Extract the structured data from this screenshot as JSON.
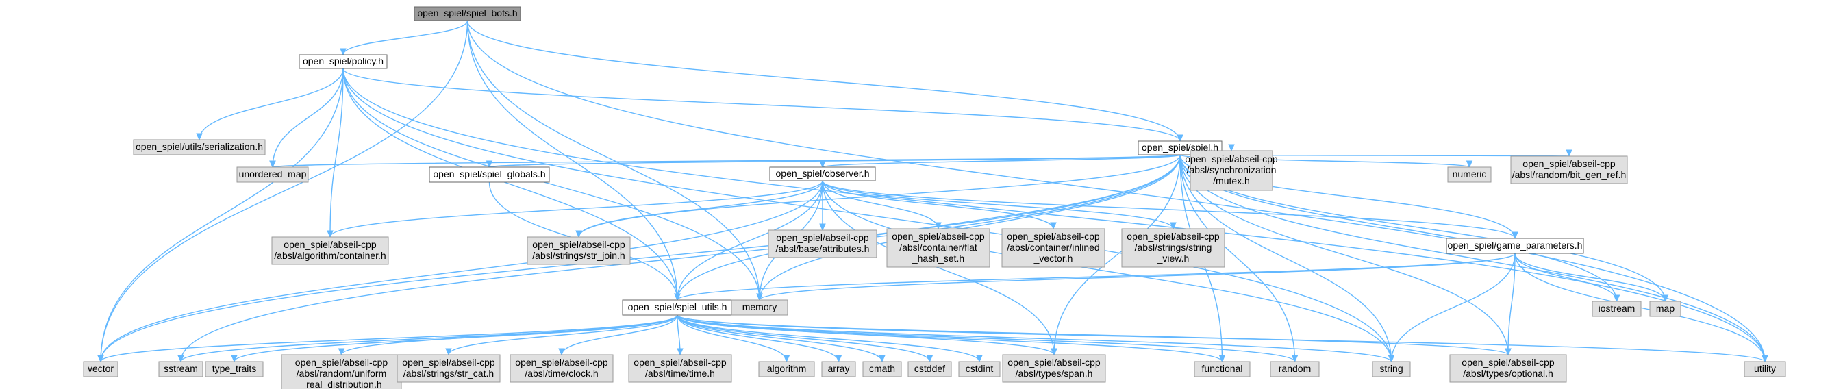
{
  "colors": {
    "root_fill": "#999999",
    "file_fill": "#ffffff",
    "system_fill": "#e0e0e0",
    "border_dark": "#666666",
    "border_light": "#999999",
    "edge": "#63b8ff"
  },
  "nodes": [
    {
      "id": "spiel_bots",
      "kind": "root",
      "lines": [
        "open_spiel/spiel_bots.h"
      ]
    },
    {
      "id": "policy",
      "kind": "file",
      "lines": [
        "open_spiel/policy.h"
      ]
    },
    {
      "id": "spiel",
      "kind": "file",
      "lines": [
        "open_spiel/spiel.h"
      ]
    },
    {
      "id": "serialization",
      "kind": "system",
      "lines": [
        "open_spiel/utils/serialization.h"
      ]
    },
    {
      "id": "unordered_map",
      "kind": "system",
      "lines": [
        "unordered_map"
      ]
    },
    {
      "id": "spiel_globals",
      "kind": "file",
      "lines": [
        "open_spiel/spiel_globals.h"
      ]
    },
    {
      "id": "observer",
      "kind": "file",
      "lines": [
        "open_spiel/observer.h"
      ]
    },
    {
      "id": "mutex",
      "kind": "system",
      "lines": [
        "open_spiel/abseil-cpp",
        "/absl/synchronization",
        "/mutex.h"
      ]
    },
    {
      "id": "numeric",
      "kind": "system",
      "lines": [
        "numeric"
      ]
    },
    {
      "id": "bit_gen_ref",
      "kind": "system",
      "lines": [
        "open_spiel/abseil-cpp",
        "/absl/random/bit_gen_ref.h"
      ]
    },
    {
      "id": "algo_container",
      "kind": "system",
      "lines": [
        "open_spiel/abseil-cpp",
        "/absl/algorithm/container.h"
      ]
    },
    {
      "id": "str_join",
      "kind": "system",
      "lines": [
        "open_spiel/abseil-cpp",
        "/absl/strings/str_join.h"
      ]
    },
    {
      "id": "attributes",
      "kind": "system",
      "lines": [
        "open_spiel/abseil-cpp",
        "/absl/base/attributes.h"
      ]
    },
    {
      "id": "flat_hash_set",
      "kind": "system",
      "lines": [
        "open_spiel/abseil-cpp",
        "/absl/container/flat",
        "_hash_set.h"
      ]
    },
    {
      "id": "inlined_vector",
      "kind": "system",
      "lines": [
        "open_spiel/abseil-cpp",
        "/absl/container/inlined",
        "_vector.h"
      ]
    },
    {
      "id": "string_view",
      "kind": "system",
      "lines": [
        "open_spiel/abseil-cpp",
        "/absl/strings/string",
        "_view.h"
      ]
    },
    {
      "id": "game_parameters",
      "kind": "file",
      "lines": [
        "open_spiel/game_parameters.h"
      ]
    },
    {
      "id": "spiel_utils",
      "kind": "file",
      "lines": [
        "open_spiel/spiel_utils.h"
      ]
    },
    {
      "id": "memory",
      "kind": "system",
      "lines": [
        "memory"
      ]
    },
    {
      "id": "iostream",
      "kind": "system",
      "lines": [
        "iostream"
      ]
    },
    {
      "id": "map",
      "kind": "system",
      "lines": [
        "map"
      ]
    },
    {
      "id": "vector",
      "kind": "system",
      "lines": [
        "vector"
      ]
    },
    {
      "id": "sstream",
      "kind": "system",
      "lines": [
        "sstream"
      ]
    },
    {
      "id": "type_traits",
      "kind": "system",
      "lines": [
        "type_traits"
      ]
    },
    {
      "id": "uniform_real",
      "kind": "system",
      "lines": [
        "open_spiel/abseil-cpp",
        "/absl/random/uniform",
        "_real_distribution.h"
      ]
    },
    {
      "id": "str_cat",
      "kind": "system",
      "lines": [
        "open_spiel/abseil-cpp",
        "/absl/strings/str_cat.h"
      ]
    },
    {
      "id": "clock",
      "kind": "system",
      "lines": [
        "open_spiel/abseil-cpp",
        "/absl/time/clock.h"
      ]
    },
    {
      "id": "time",
      "kind": "system",
      "lines": [
        "open_spiel/abseil-cpp",
        "/absl/time/time.h"
      ]
    },
    {
      "id": "algorithm",
      "kind": "system",
      "lines": [
        "algorithm"
      ]
    },
    {
      "id": "array",
      "kind": "system",
      "lines": [
        "array"
      ]
    },
    {
      "id": "cmath",
      "kind": "system",
      "lines": [
        "cmath"
      ]
    },
    {
      "id": "cstddef",
      "kind": "system",
      "lines": [
        "cstddef"
      ]
    },
    {
      "id": "cstdint",
      "kind": "system",
      "lines": [
        "cstdint"
      ]
    },
    {
      "id": "span",
      "kind": "system",
      "lines": [
        "open_spiel/abseil-cpp",
        "/absl/types/span.h"
      ]
    },
    {
      "id": "functional",
      "kind": "system",
      "lines": [
        "functional"
      ]
    },
    {
      "id": "random",
      "kind": "system",
      "lines": [
        "random"
      ]
    },
    {
      "id": "string",
      "kind": "system",
      "lines": [
        "string"
      ]
    },
    {
      "id": "optional",
      "kind": "system",
      "lines": [
        "open_spiel/abseil-cpp",
        "/absl/types/optional.h"
      ]
    },
    {
      "id": "utility",
      "kind": "system",
      "lines": [
        "utility"
      ]
    }
  ],
  "edges": [
    [
      "spiel_bots",
      "policy"
    ],
    [
      "spiel_bots",
      "spiel"
    ],
    [
      "spiel_bots",
      "spiel_utils"
    ],
    [
      "spiel_bots",
      "memory"
    ],
    [
      "spiel_bots",
      "vector"
    ],
    [
      "spiel_bots",
      "utility"
    ],
    [
      "policy",
      "serialization"
    ],
    [
      "policy",
      "unordered_map"
    ],
    [
      "policy",
      "spiel"
    ],
    [
      "policy",
      "algo_container"
    ],
    [
      "policy",
      "spiel_utils"
    ],
    [
      "policy",
      "memory"
    ],
    [
      "policy",
      "vector"
    ],
    [
      "policy",
      "string"
    ],
    [
      "policy",
      "utility"
    ],
    [
      "spiel",
      "unordered_map"
    ],
    [
      "spiel",
      "spiel_globals"
    ],
    [
      "spiel",
      "observer"
    ],
    [
      "spiel",
      "mutex"
    ],
    [
      "spiel",
      "numeric"
    ],
    [
      "spiel",
      "bit_gen_ref"
    ],
    [
      "spiel",
      "str_join"
    ],
    [
      "spiel",
      "game_parameters"
    ],
    [
      "spiel",
      "spiel_utils"
    ],
    [
      "spiel",
      "memory"
    ],
    [
      "spiel",
      "vector"
    ],
    [
      "spiel",
      "sstream"
    ],
    [
      "spiel",
      "span"
    ],
    [
      "spiel",
      "functional"
    ],
    [
      "spiel",
      "random"
    ],
    [
      "spiel",
      "string"
    ],
    [
      "spiel",
      "optional"
    ],
    [
      "spiel",
      "iostream"
    ],
    [
      "spiel",
      "map"
    ],
    [
      "spiel",
      "utility"
    ],
    [
      "spiel_globals",
      "spiel_utils"
    ],
    [
      "observer",
      "algo_container"
    ],
    [
      "observer",
      "str_join"
    ],
    [
      "observer",
      "attributes"
    ],
    [
      "observer",
      "flat_hash_set"
    ],
    [
      "observer",
      "inlined_vector"
    ],
    [
      "observer",
      "string_view"
    ],
    [
      "observer",
      "game_parameters"
    ],
    [
      "observer",
      "spiel_utils"
    ],
    [
      "observer",
      "memory"
    ],
    [
      "observer",
      "vector"
    ],
    [
      "observer",
      "span"
    ],
    [
      "observer",
      "string"
    ],
    [
      "game_parameters",
      "spiel_utils"
    ],
    [
      "game_parameters",
      "memory"
    ],
    [
      "game_parameters",
      "iostream"
    ],
    [
      "game_parameters",
      "map"
    ],
    [
      "game_parameters",
      "string"
    ],
    [
      "game_parameters",
      "optional"
    ],
    [
      "game_parameters",
      "utility"
    ],
    [
      "spiel_utils",
      "vector"
    ],
    [
      "spiel_utils",
      "sstream"
    ],
    [
      "spiel_utils",
      "type_traits"
    ],
    [
      "spiel_utils",
      "uniform_real"
    ],
    [
      "spiel_utils",
      "str_cat"
    ],
    [
      "spiel_utils",
      "clock"
    ],
    [
      "spiel_utils",
      "time"
    ],
    [
      "spiel_utils",
      "algorithm"
    ],
    [
      "spiel_utils",
      "array"
    ],
    [
      "spiel_utils",
      "cmath"
    ],
    [
      "spiel_utils",
      "cstddef"
    ],
    [
      "spiel_utils",
      "cstdint"
    ],
    [
      "spiel_utils",
      "span"
    ],
    [
      "spiel_utils",
      "functional"
    ],
    [
      "spiel_utils",
      "random"
    ],
    [
      "spiel_utils",
      "string"
    ],
    [
      "spiel_utils",
      "optional"
    ],
    [
      "spiel_utils",
      "utility"
    ]
  ]
}
